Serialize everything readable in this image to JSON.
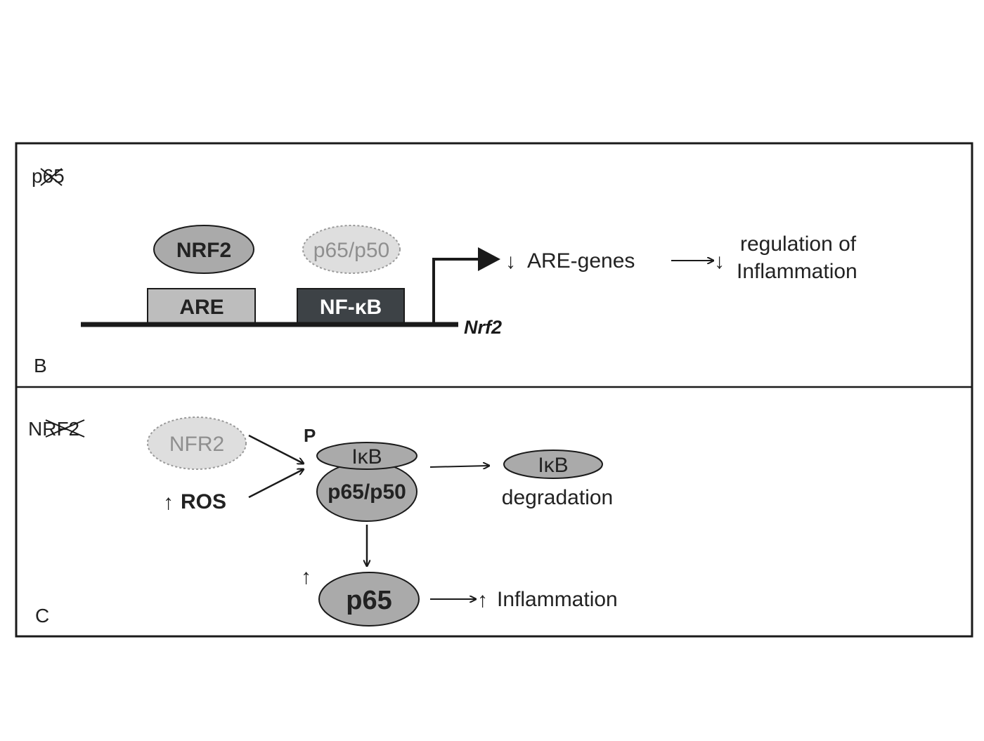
{
  "panel_b": {
    "knockout_label": "p65",
    "panel_letter": "B",
    "nrf2_protein": "NRF2",
    "p65_p50_faded": "p65/p50",
    "are_box": "ARE",
    "nfkb_box": "NF-κB",
    "gene_name": "Nrf2",
    "down_arrow_1": "↓",
    "are_genes": "ARE-genes",
    "down_arrow_2": "↓",
    "regulation_line1": "regulation of",
    "regulation_line2": "Inflammation"
  },
  "panel_c": {
    "knockout_label": "NRF2",
    "panel_letter": "C",
    "nfr2_faded": "NFR2",
    "up_arrow_ros": "↑",
    "ros": "ROS",
    "phospho": "P",
    "ikb_bound": "IκB",
    "p65_p50": "p65/p50",
    "ikb_free": "IκB",
    "degradation": "degradation",
    "up_arrow_p65": "↑",
    "p65": "p65",
    "up_arrow_inflammation": "↑",
    "inflammation": "Inflammation"
  },
  "colors": {
    "protein_fill": "#aaaaaa",
    "faded_fill": "#dedede",
    "are_fill": "#bdbdbd",
    "nfkb_fill": "#3d4246",
    "line": "#1a1a1a"
  }
}
